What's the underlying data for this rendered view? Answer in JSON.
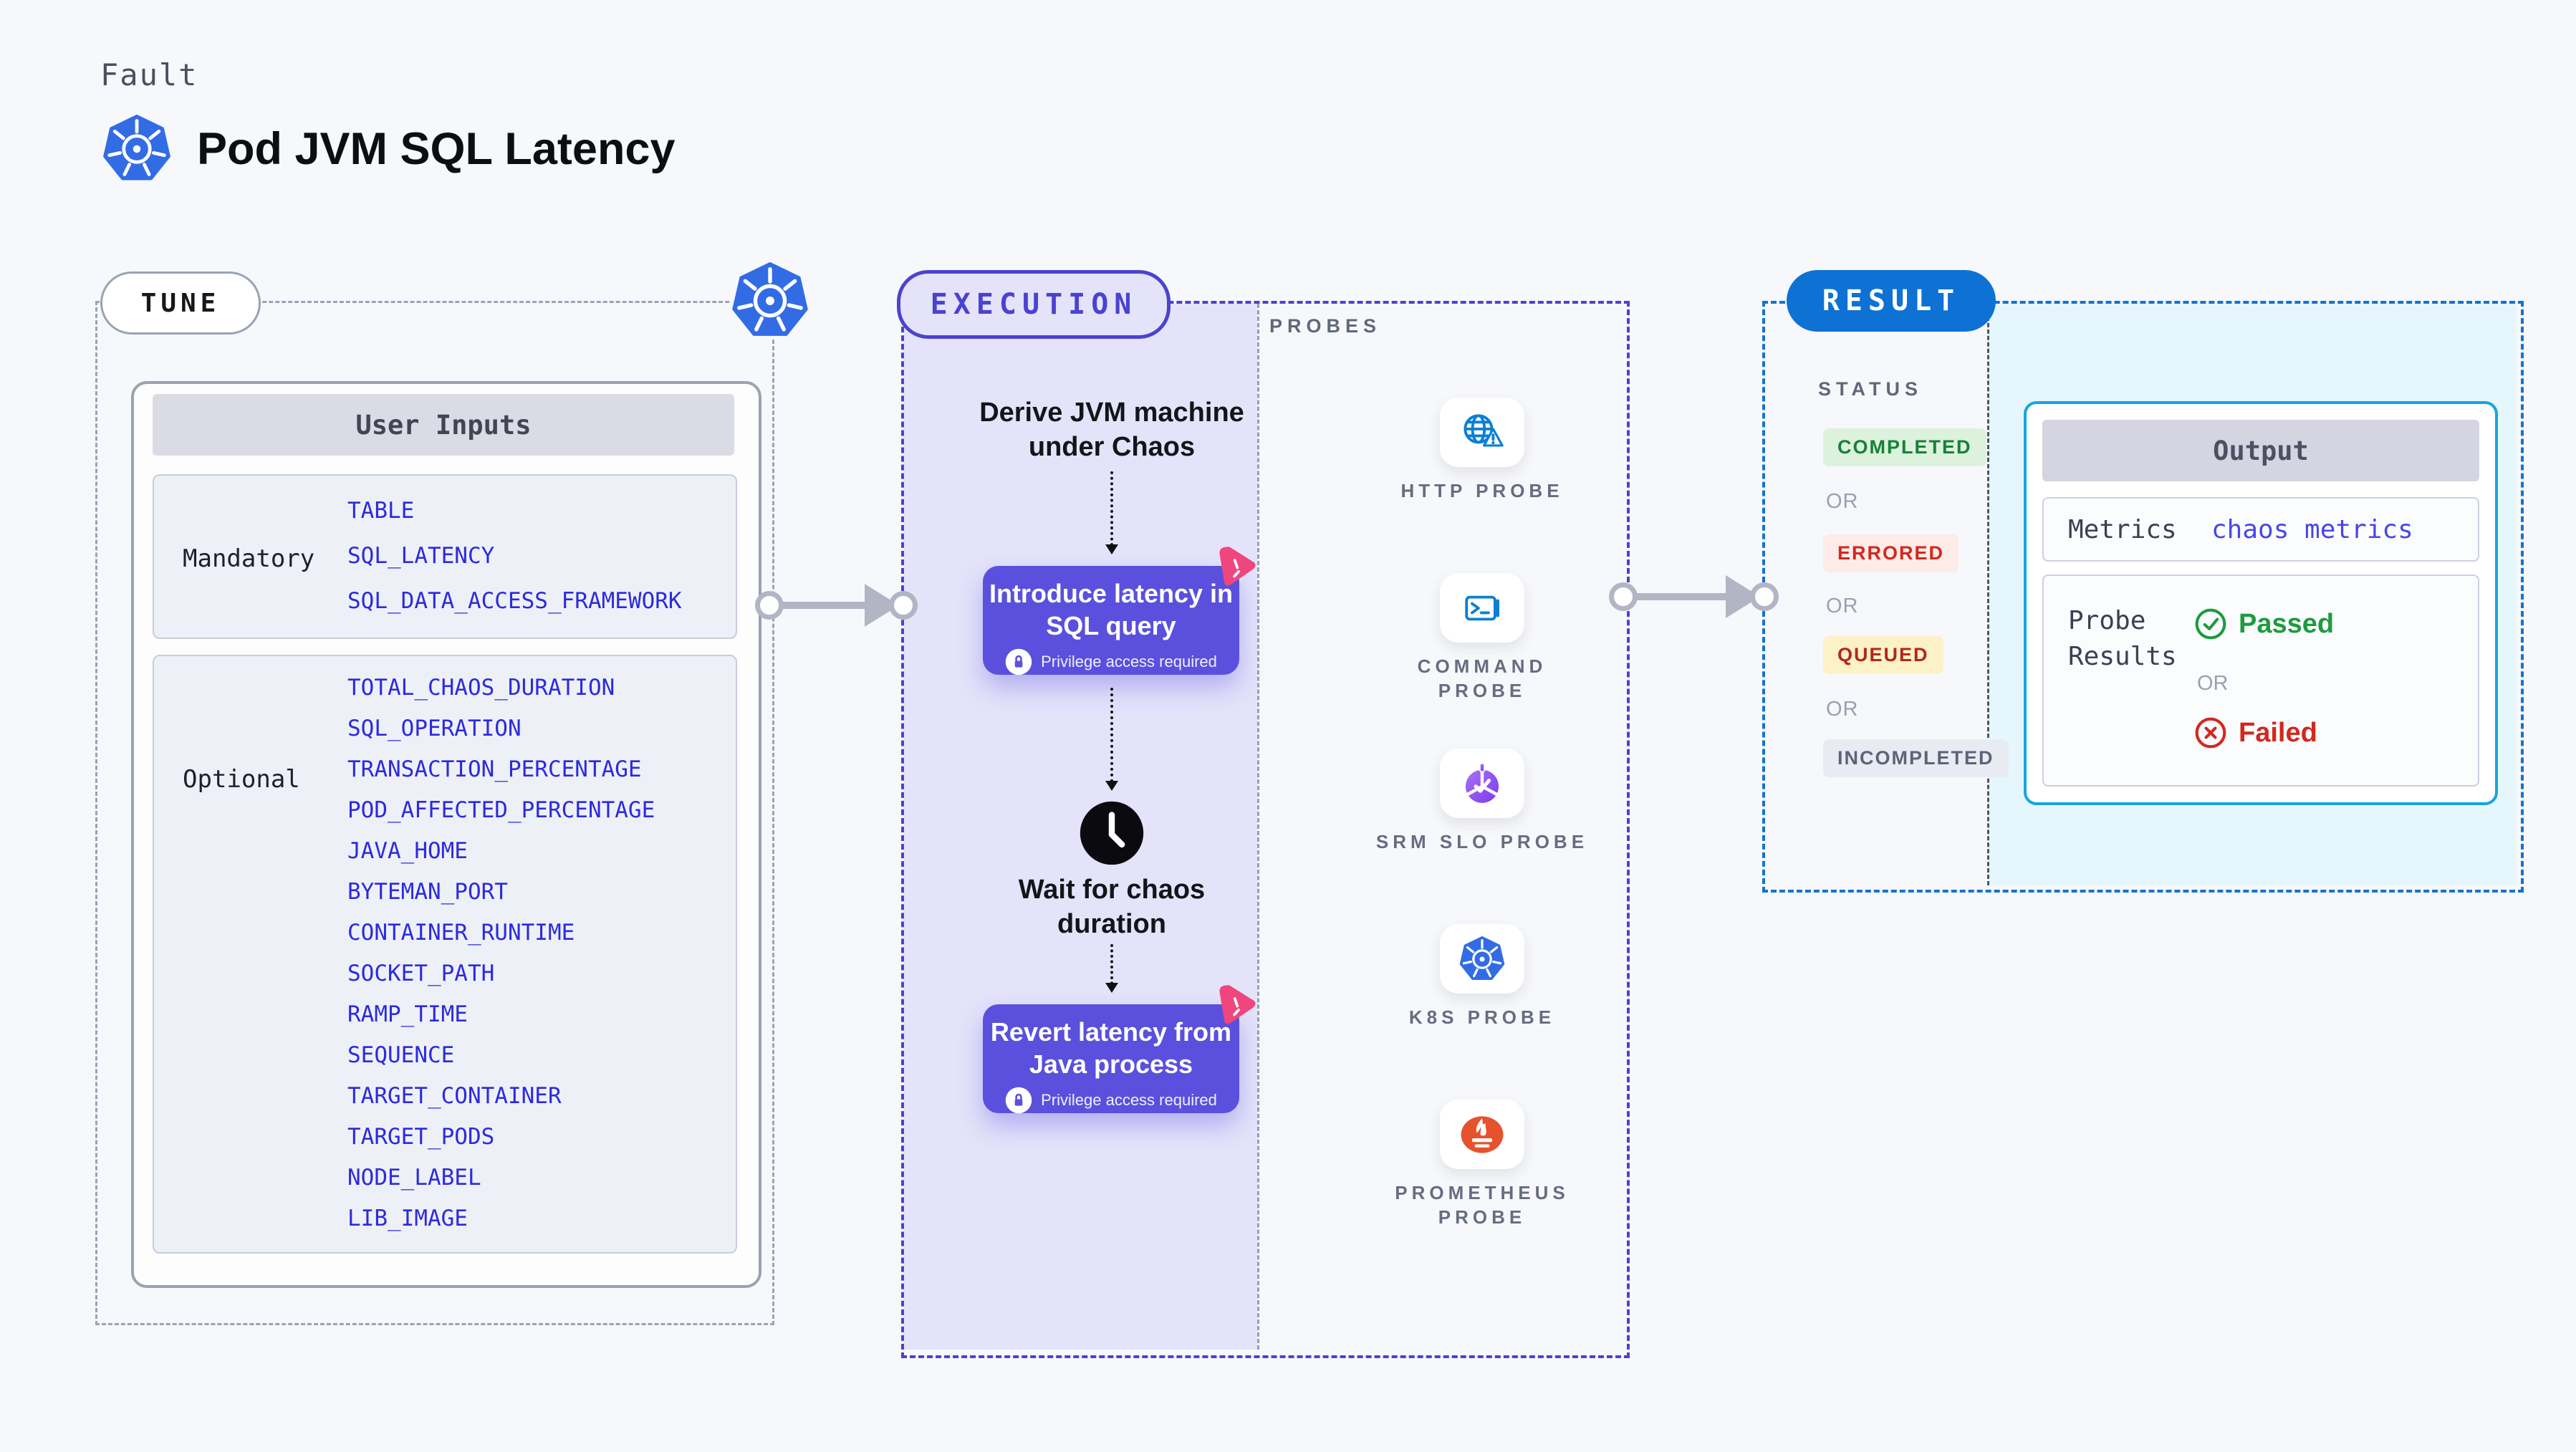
{
  "header": {
    "kicker": "Fault",
    "title": "Pod JVM SQL Latency"
  },
  "colors": {
    "page_bg": "#f7f8fb",
    "tune_border": "#9aa3b2",
    "execution_accent": "#4b42d0",
    "execution_panel_bg": "#e4e3fa",
    "chaos_step_bg": "#5a50dd",
    "litmus_pink": "#f0467e",
    "result_blue": "#0e71d4",
    "result_panel_bg": "#e6f6fd",
    "output_border": "#17a5e0",
    "env_var_blue": "#2b2bdd",
    "kubernetes_blue": "#326ce5",
    "probe_icon_blue": "#0b7fd4",
    "prometheus_orange": "#e6522c",
    "passed_green": "#1d9b3e",
    "failed_red": "#d3281c"
  },
  "tune": {
    "pill": "TUNE",
    "user_inputs": {
      "header": "User Inputs",
      "mandatory_label": "Mandatory",
      "mandatory_items": [
        "TABLE",
        "SQL_LATENCY",
        "SQL_DATA_ACCESS_FRAMEWORK"
      ],
      "optional_label": "Optional",
      "optional_items": [
        "TOTAL_CHAOS_DURATION",
        "SQL_OPERATION",
        "TRANSACTION_PERCENTAGE",
        "POD_AFFECTED_PERCENTAGE",
        "JAVA_HOME",
        "BYTEMAN_PORT",
        "CONTAINER_RUNTIME",
        "SOCKET_PATH",
        "RAMP_TIME",
        "SEQUENCE",
        "TARGET_CONTAINER",
        "TARGET_PODS",
        "NODE_LABEL",
        "LIB_IMAGE"
      ]
    }
  },
  "execution": {
    "pill": "EXECUTION",
    "derive_line1": "Derive JVM machine",
    "derive_line2": "under Chaos",
    "box1_line1": "Introduce latency in",
    "box1_line2": "SQL query",
    "privilege_note": "Privilege access required",
    "wait_line1": "Wait for chaos",
    "wait_line2": "duration",
    "box2_line1": "Revert latency from",
    "box2_line2": "Java process"
  },
  "probes": {
    "label": "PROBES",
    "items": [
      {
        "label": "HTTP PROBE",
        "icon": "globe-alert-icon"
      },
      {
        "label": "COMMAND PROBE",
        "icon": "terminal-icon"
      },
      {
        "label": "SRM SLO PROBE",
        "icon": "slo-pie-icon"
      },
      {
        "label": "K8S PROBE",
        "icon": "kubernetes-icon"
      },
      {
        "label": "PROMETHEUS PROBE",
        "icon": "prometheus-flame-icon"
      }
    ]
  },
  "result": {
    "pill": "RESULT",
    "status_label": "STATUS",
    "or_label": "OR",
    "statuses": [
      {
        "label": "COMPLETED",
        "fg": "#188038",
        "bg": "#dcf2dc"
      },
      {
        "label": "ERRORED",
        "fg": "#d3281c",
        "bg": "#fcebe9"
      },
      {
        "label": "QUEUED",
        "fg": "#b3261e",
        "bg": "#fcf1c7"
      },
      {
        "label": "INCOMPLETED",
        "fg": "#5d6478",
        "bg": "#e9ebf2"
      }
    ],
    "output": {
      "header": "Output",
      "metrics_label": "Metrics",
      "metrics_value": "chaos metrics",
      "probe_results_label": "Probe Results",
      "passed_label": "Passed",
      "or_label": "OR",
      "failed_label": "Failed"
    }
  }
}
